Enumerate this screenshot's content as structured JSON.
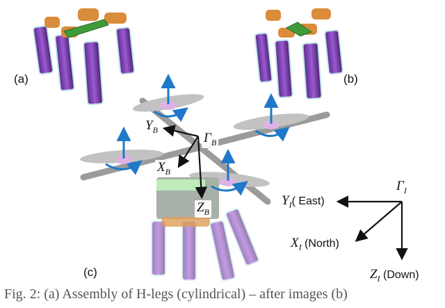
{
  "panels": {
    "a_label": "(a)",
    "b_label": "(b)",
    "c_label": "(c)"
  },
  "body_frame": {
    "origin_symbol": "Γ",
    "origin_sub": "B",
    "y_symbol": "Y",
    "y_sub": "B",
    "x_symbol": "X",
    "x_sub": "B",
    "z_symbol": "Z",
    "z_sub": "B"
  },
  "inertial_frame": {
    "origin_symbol": "Γ",
    "origin_sub": "I",
    "y_symbol": "Y",
    "y_sub": "I",
    "y_text": "( East)",
    "x_symbol": "X",
    "x_sub": "I",
    "x_text": " (North)",
    "z_symbol": "Z",
    "z_sub": "I",
    "z_text": " (Down)"
  },
  "caption": "Fig. 2: (a) Assembly of H-legs (cylindrical) – after images (b)",
  "colors": {
    "leg_purple": "#7a3fb0",
    "joint_orange": "#d98c3a",
    "link_green": "#3f9b3a",
    "thrust_blue": "#1f78c8",
    "frame_gray": "#7d7d7d"
  }
}
